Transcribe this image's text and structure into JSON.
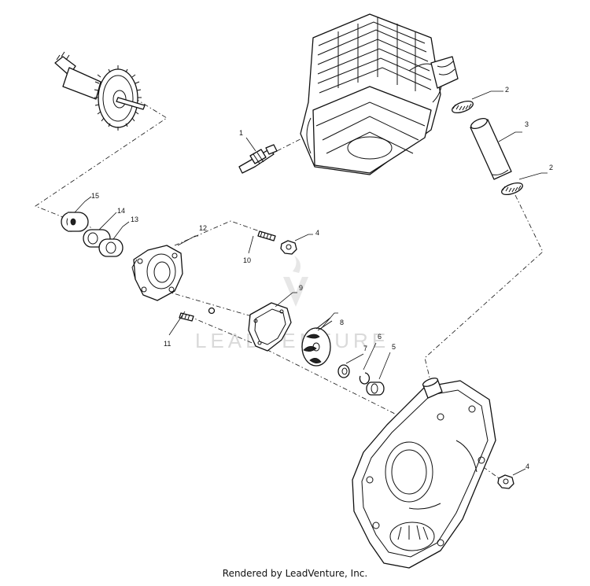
{
  "callouts": {
    "c1": "1",
    "c2a": "2",
    "c2b": "2",
    "c3": "3",
    "c4a": "4",
    "c4b": "4",
    "c5": "5",
    "c6": "6",
    "c7": "7",
    "c8": "8",
    "c9": "9",
    "c10": "10",
    "c11": "11",
    "c12": "12",
    "c13": "13",
    "c14": "14",
    "c15": "15"
  },
  "watermark": "LEADVENTURE",
  "footer": "Rendered by LeadVenture, Inc."
}
